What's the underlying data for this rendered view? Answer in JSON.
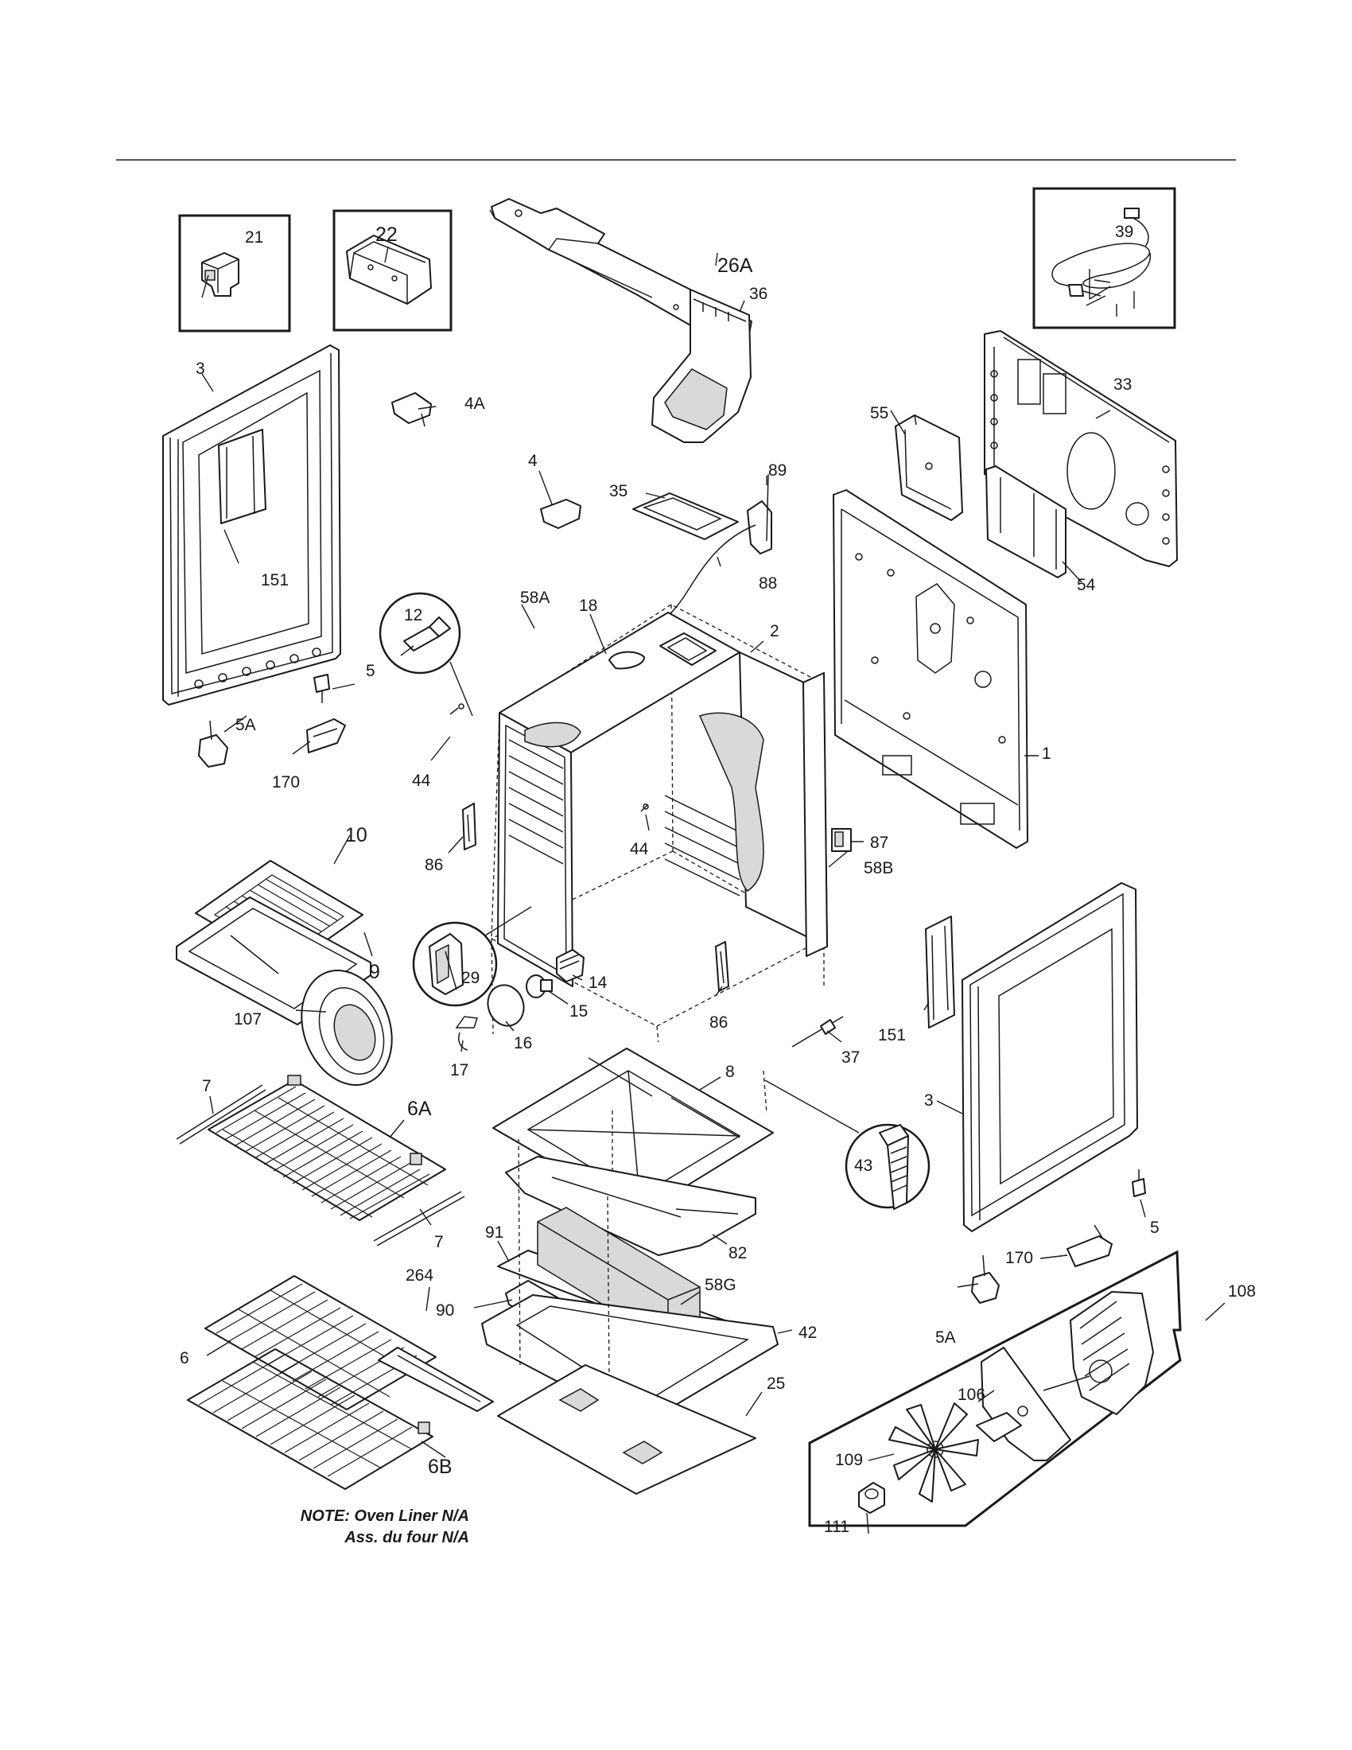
{
  "labels": [
    {
      "id": "21",
      "text": "21"
    },
    {
      "id": "22",
      "text": "22"
    },
    {
      "id": "26A",
      "text": "26A"
    },
    {
      "id": "39",
      "text": "39"
    },
    {
      "id": "3-left",
      "text": "3"
    },
    {
      "id": "4A",
      "text": "4A"
    },
    {
      "id": "36",
      "text": "36"
    },
    {
      "id": "33",
      "text": "33"
    },
    {
      "id": "55",
      "text": "55"
    },
    {
      "id": "4",
      "text": "4"
    },
    {
      "id": "35",
      "text": "35"
    },
    {
      "id": "89",
      "text": "89"
    },
    {
      "id": "88",
      "text": "88"
    },
    {
      "id": "54",
      "text": "54"
    },
    {
      "id": "151-left",
      "text": "151"
    },
    {
      "id": "12",
      "text": "12"
    },
    {
      "id": "58A",
      "text": "58A"
    },
    {
      "id": "18",
      "text": "18"
    },
    {
      "id": "2",
      "text": "2"
    },
    {
      "id": "5-left",
      "text": "5"
    },
    {
      "id": "5A-left",
      "text": "5A"
    },
    {
      "id": "44-left",
      "text": "44"
    },
    {
      "id": "170-left",
      "text": "170"
    },
    {
      "id": "1",
      "text": "1"
    },
    {
      "id": "10",
      "text": "10"
    },
    {
      "id": "87",
      "text": "87"
    },
    {
      "id": "86-left",
      "text": "86"
    },
    {
      "id": "44-right",
      "text": "44"
    },
    {
      "id": "58B",
      "text": "58B"
    },
    {
      "id": "9",
      "text": "9"
    },
    {
      "id": "29",
      "text": "29"
    },
    {
      "id": "14",
      "text": "14"
    },
    {
      "id": "107",
      "text": "107"
    },
    {
      "id": "15",
      "text": "15"
    },
    {
      "id": "16",
      "text": "16"
    },
    {
      "id": "86-right",
      "text": "86"
    },
    {
      "id": "151-right",
      "text": "151"
    },
    {
      "id": "17",
      "text": "17"
    },
    {
      "id": "37",
      "text": "37"
    },
    {
      "id": "7-top",
      "text": "7"
    },
    {
      "id": "6A",
      "text": "6A"
    },
    {
      "id": "8",
      "text": "8"
    },
    {
      "id": "3-right",
      "text": "3"
    },
    {
      "id": "43",
      "text": "43"
    },
    {
      "id": "7-bottom",
      "text": "7"
    },
    {
      "id": "82",
      "text": "82"
    },
    {
      "id": "91",
      "text": "91"
    },
    {
      "id": "5-right",
      "text": "5"
    },
    {
      "id": "170-right",
      "text": "170"
    },
    {
      "id": "264",
      "text": "264"
    },
    {
      "id": "58G",
      "text": "58G"
    },
    {
      "id": "108",
      "text": "108"
    },
    {
      "id": "90",
      "text": "90"
    },
    {
      "id": "42",
      "text": "42"
    },
    {
      "id": "5A-right",
      "text": "5A"
    },
    {
      "id": "6",
      "text": "6"
    },
    {
      "id": "106",
      "text": "106"
    },
    {
      "id": "25",
      "text": "25"
    },
    {
      "id": "109",
      "text": "109"
    },
    {
      "id": "6B",
      "text": "6B"
    },
    {
      "id": "111",
      "text": "111"
    }
  ],
  "note": {
    "line1": "NOTE: Oven Liner N/A",
    "line2": "Ass. du four N/A"
  }
}
